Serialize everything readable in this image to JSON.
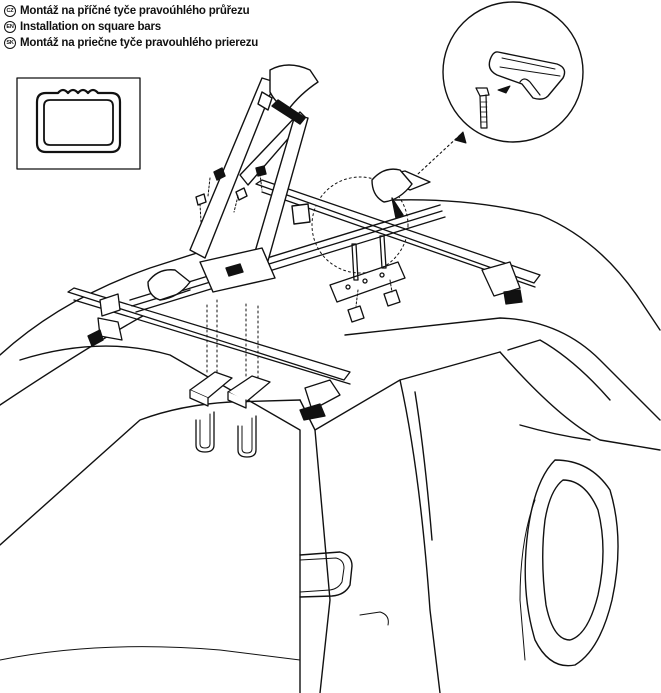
{
  "instructions": [
    {
      "lang": "CZ",
      "text": "Montáž na příčné tyče pravoúhlého průřezu"
    },
    {
      "lang": "EN",
      "text": "Installation on square bars"
    },
    {
      "lang": "SK",
      "text": "Montáž na priečne tyče pravouhlého prierezu"
    }
  ],
  "icons": {
    "profile": "square-bar-profile-icon",
    "detail": "bar-slot-detail-icon"
  }
}
